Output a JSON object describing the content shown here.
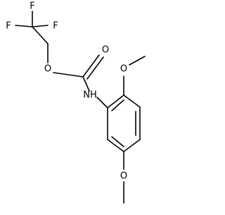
{
  "molecule": {
    "atoms": {
      "f_top": "F",
      "f_left": "F",
      "f_right": "F",
      "o_ester": "O",
      "o_carbonyl": "O",
      "nh": "NH",
      "o_methoxy_top": "O",
      "o_methoxy_bottom": "O"
    }
  },
  "colors": {
    "bond": "#000000",
    "label": "#000000",
    "background": "#ffffff"
  }
}
